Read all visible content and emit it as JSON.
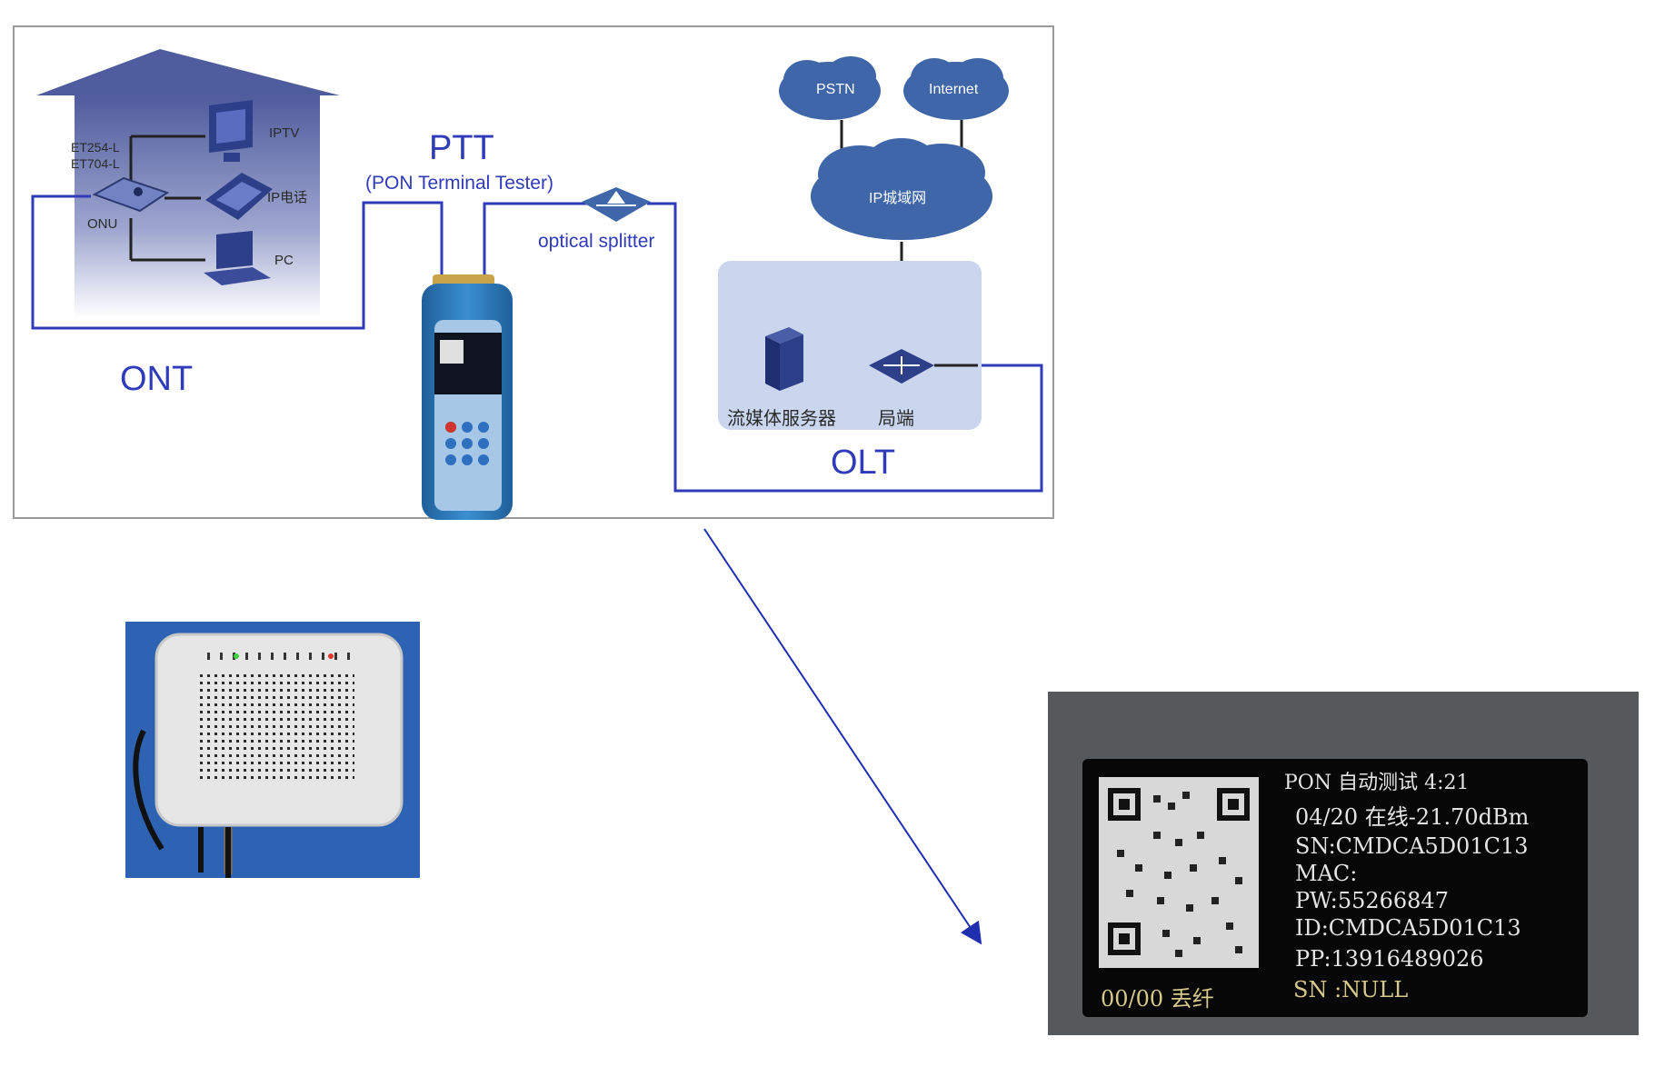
{
  "diagram": {
    "ont_label": "ONT",
    "olt_label": "OLT",
    "ptt_title": "PTT",
    "ptt_subtitle": "(PON Terminal Tester)",
    "splitter_label": "optical splitter",
    "home": {
      "model_line1": "ET254-L",
      "model_line2": "ET704-L",
      "onu_label": "ONU",
      "devices": [
        {
          "label": "IPTV",
          "icon": "monitor-icon"
        },
        {
          "label": "IP电话",
          "icon": "ip-phone-icon"
        },
        {
          "label": "PC",
          "icon": "pc-icon"
        }
      ]
    },
    "clouds": {
      "pstn": "PSTN",
      "internet": "Internet",
      "metro": "IP城域网"
    },
    "olt_devices": {
      "server_label": "流媒体服务器",
      "switch_label": "局端"
    },
    "colors": {
      "line_blue": "#2f3bb8",
      "cloud_blue": "#3f66a9",
      "house_blue": "#5a67a6",
      "olt_box": "#c9d6ee",
      "tester_blue": "#2f7fc1"
    }
  },
  "screen": {
    "header": "PON 自动测试 4:21",
    "status_line": "04/20 在线-21.70dBm",
    "sn_line": "SN:CMDCA5D01C13",
    "mac_line": "MAC:",
    "pw_line": "PW:55266847",
    "id_line": "ID:CMDCA5D01C13",
    "pp_line": "PP:13916489026",
    "bottom_left": "00/00 丢纤",
    "bottom_right": "SN :NULL"
  }
}
